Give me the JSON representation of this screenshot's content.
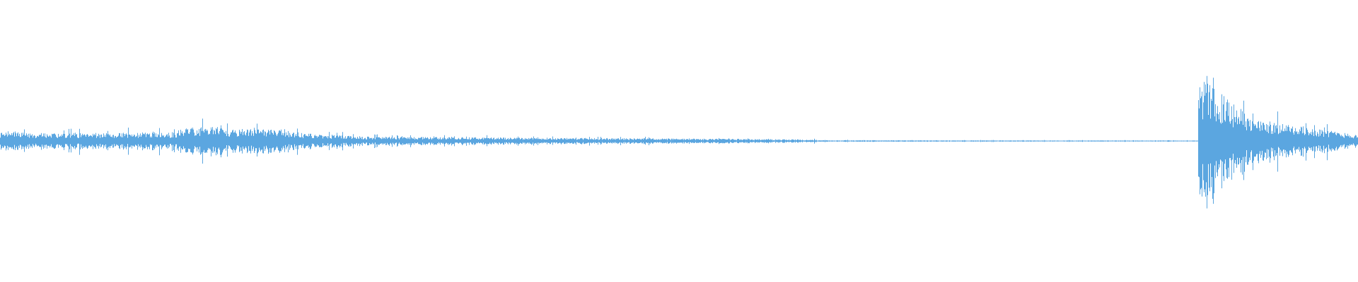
{
  "waveform": {
    "color": "#5ba6e0",
    "background": "#ffffff",
    "segments": [
      {
        "t0": 0.0,
        "t1": 0.005,
        "amp0": 0.07,
        "amp1": 0.08
      },
      {
        "t0": 0.005,
        "t1": 0.03,
        "amp0": 0.08,
        "amp1": 0.05
      },
      {
        "t0": 0.03,
        "t1": 0.13,
        "amp0": 0.06,
        "amp1": 0.07
      },
      {
        "t0": 0.13,
        "t1": 0.16,
        "amp0": 0.1,
        "amp1": 0.12
      },
      {
        "t0": 0.16,
        "t1": 0.21,
        "amp0": 0.1,
        "amp1": 0.09
      },
      {
        "t0": 0.21,
        "t1": 0.26,
        "amp0": 0.07,
        "amp1": 0.04
      },
      {
        "t0": 0.26,
        "t1": 0.42,
        "amp0": 0.035,
        "amp1": 0.025
      },
      {
        "t0": 0.42,
        "t1": 0.6,
        "amp0": 0.025,
        "amp1": 0.012
      },
      {
        "t0": 0.6,
        "t1": 0.87,
        "amp0": 0.006,
        "amp1": 0.004
      },
      {
        "t0": 0.87,
        "t1": 0.882,
        "amp0": 0.004,
        "amp1": 0.004
      },
      {
        "t0": 0.882,
        "t1": 0.89,
        "amp0": 0.4,
        "amp1": 0.55
      },
      {
        "t0": 0.89,
        "t1": 0.92,
        "amp0": 0.45,
        "amp1": 0.2
      },
      {
        "t0": 0.92,
        "t1": 1.0,
        "amp0": 0.18,
        "amp1": 0.05
      }
    ]
  }
}
